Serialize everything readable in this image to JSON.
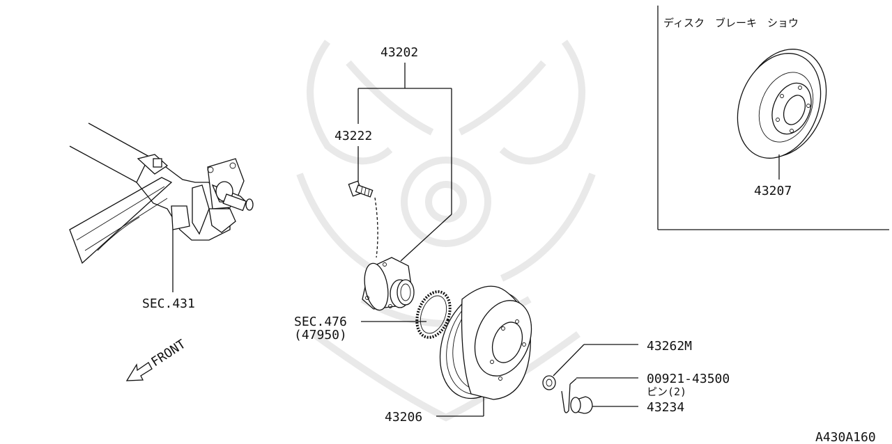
{
  "diagram": {
    "labels": {
      "assy_43202": "43202",
      "bolt_43222": "43222",
      "sec_431": "SEC.431",
      "sec_476": "SEC.476",
      "sec_476_sub": "(47950)",
      "drum_43206": "43206",
      "nut_43262m": "43262M",
      "pin_part": "00921-43500",
      "pin_qty": "ピン(2)",
      "cap_43234": "43234",
      "front": "FRONT",
      "inset_title": "ディスク　ブレーキ　ショウ",
      "disc_43207": "43207",
      "drawing_code": "A430A160"
    }
  }
}
